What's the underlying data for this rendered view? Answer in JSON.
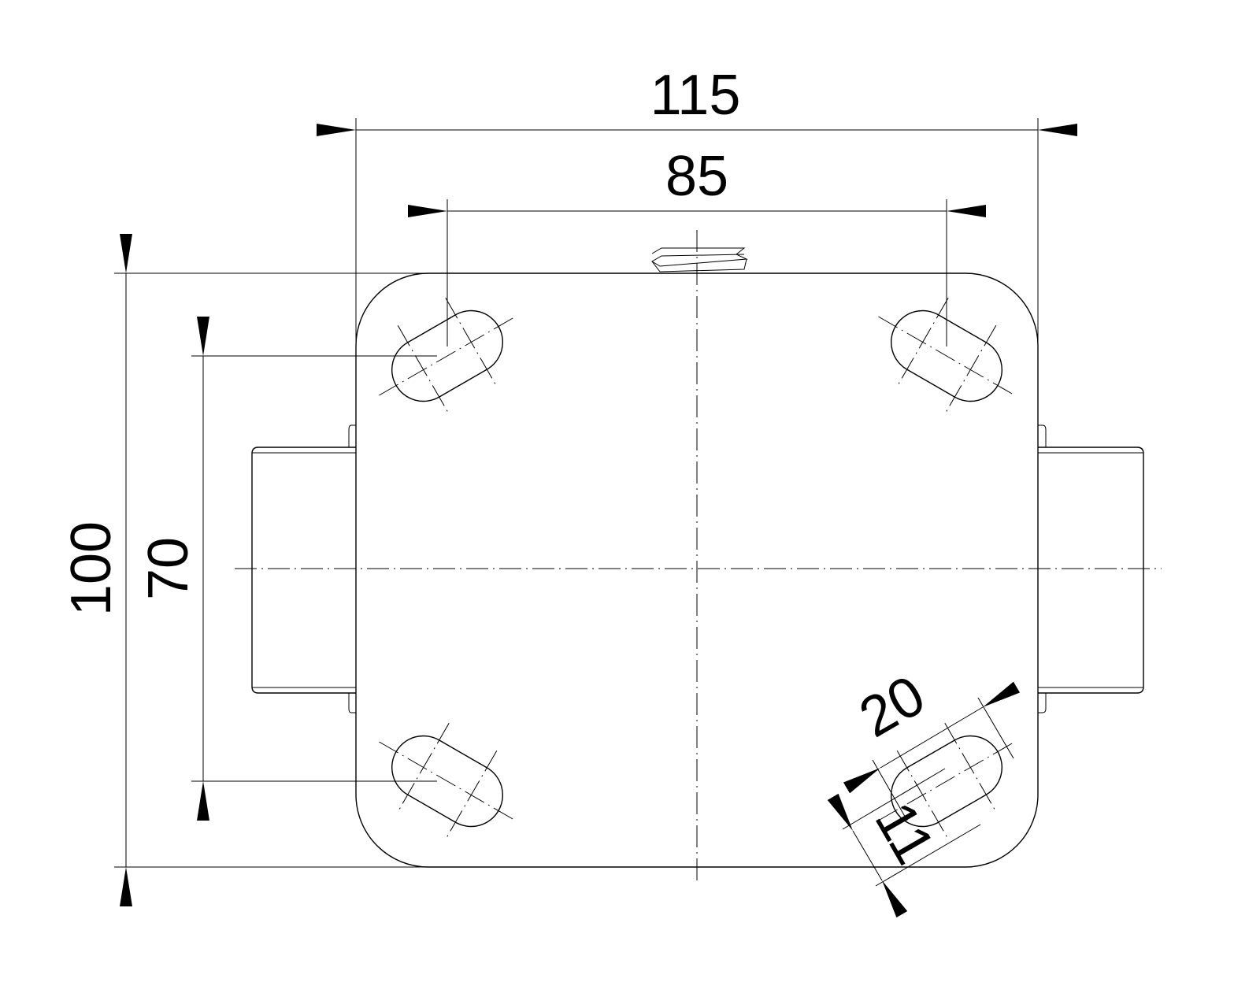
{
  "drawing": {
    "title": "Caster top plate dimensions",
    "dimensions": {
      "plate_width": "115",
      "hole_spacing_x": "85",
      "plate_height": "100",
      "hole_spacing_y": "70",
      "slot_length": "20",
      "slot_width": "11"
    },
    "line_color": "#000000",
    "background": "#ffffff"
  }
}
